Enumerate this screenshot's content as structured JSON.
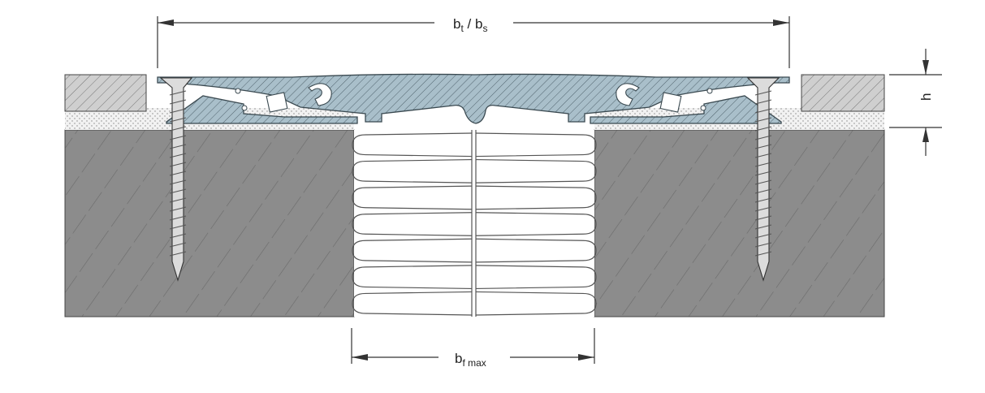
{
  "labels": {
    "top_dimension": "bt / bs",
    "top_dimension_base_1": "b",
    "top_dimension_sub_1": "t",
    "top_dimension_sep": " / b",
    "top_dimension_sub_2": "s",
    "bottom_dimension_base": "b",
    "bottom_dimension_sub": "f max",
    "height_dimension": "h"
  },
  "colors": {
    "profile": "#a9bfca",
    "concrete": "#8c8c8c",
    "screed": "#c9c9c9",
    "line": "#333333",
    "hatch": "#555555"
  },
  "parts": [
    "aluminium-profile",
    "anchor-screw-left",
    "anchor-screw-right",
    "compressible-filler",
    "concrete-slab-left",
    "concrete-slab-right",
    "screed-left",
    "screed-right"
  ]
}
